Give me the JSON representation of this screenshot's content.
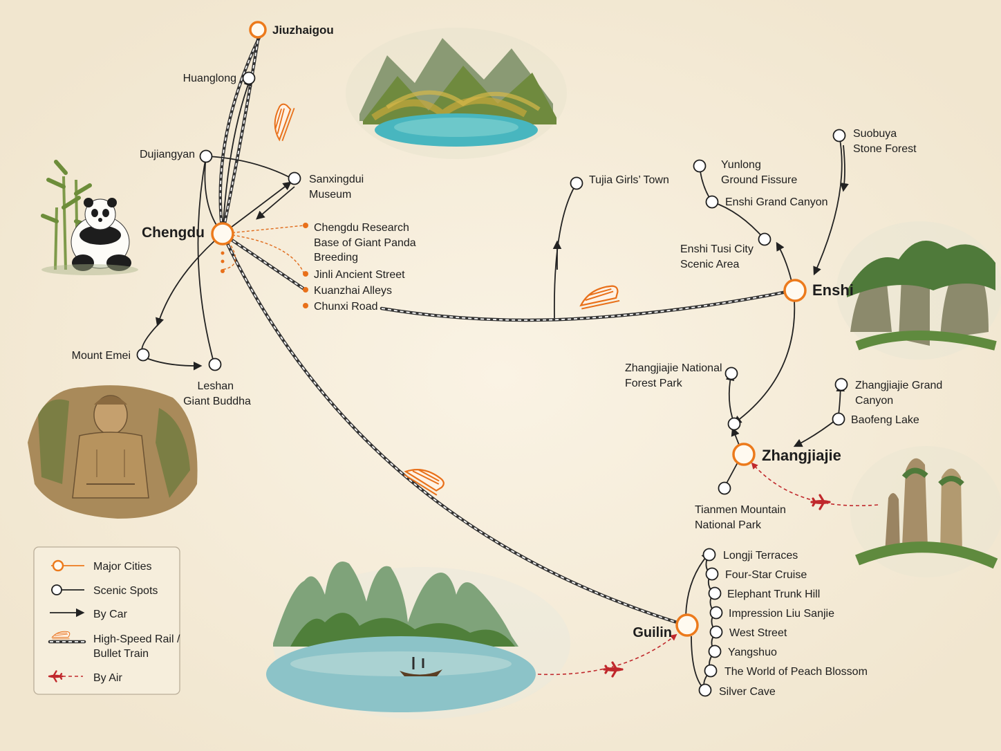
{
  "cities": {
    "jiuzhaigou": "Jiuzhaigou",
    "chengdu": "Chengdu",
    "enshi": "Enshi",
    "zhangjiajie": "Zhangjiajie",
    "guilin": "Guilin"
  },
  "spots": {
    "huanglong": "Huanglong",
    "dujiangyan": "Dujiangyan",
    "sanxingdui": [
      "Sanxingdui",
      "Museum"
    ],
    "mount_emei": "Mount Emei",
    "leshan": [
      "Leshan",
      "Giant Buddha"
    ],
    "tujia": "Tujia Girls’ Town",
    "yunlong": [
      "Yunlong",
      "Ground Fissure"
    ],
    "enshi_canyon": "Enshi Grand Canyon",
    "enshi_tusi": [
      "Enshi Tusi City",
      "Scenic Area"
    ],
    "suobuya": [
      "Suobuya",
      "Stone Forest"
    ],
    "zjj_forest": [
      "Zhangjiajie National",
      "Forest Park"
    ],
    "zjj_canyon": [
      "Zhangjiajie Grand",
      "Canyon"
    ],
    "baofeng": "Baofeng Lake",
    "tianmen": [
      "Tianmen Mountain",
      "National Park"
    ]
  },
  "chengdu_local": {
    "panda": [
      "Chengdu Research",
      "Base of Giant Panda",
      "Breeding"
    ],
    "jinli": "Jinli Ancient Street",
    "kuanzhai": "Kuanzhai Alleys",
    "chunxi": "Chunxi Road"
  },
  "guilin_spots": [
    "Longji Terraces",
    "Four-Star Cruise",
    "Elephant Trunk Hill",
    "Impression Liu Sanjie",
    "West Street",
    "Yangshuo",
    "The World of Peach Blossom",
    "Silver Cave"
  ],
  "legend": {
    "major_cities": "Major Cities",
    "scenic_spots": "Scenic Spots",
    "by_car": "By Car",
    "rail": [
      "High-Speed Rail /",
      "Bullet Train"
    ],
    "by_air": "By Air"
  },
  "colors": {
    "background": "#f7efdf",
    "city": "#ec7a1c",
    "air": "#c0282c",
    "rail": "#333333"
  },
  "icons": [
    "panda-icon",
    "bamboo-icon",
    "giant-buddha-icon",
    "mountain-lake-icon",
    "karst-river-icon",
    "sandstone-pillars-icon",
    "bullet-train-icon",
    "airplane-icon"
  ]
}
